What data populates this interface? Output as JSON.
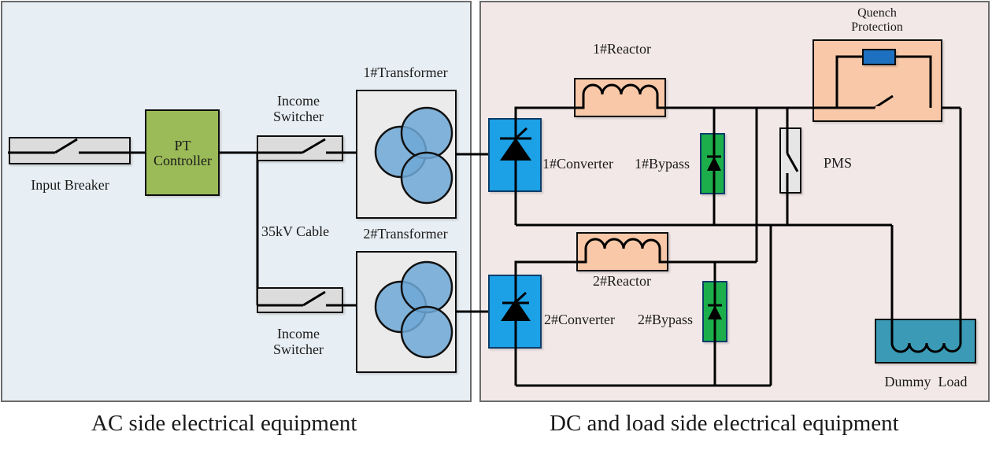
{
  "panels": {
    "ac": {
      "caption": "AC side electrical equipment",
      "bg": "#e8eff4"
    },
    "dc": {
      "caption": "DC and load side electrical equipment",
      "bg": "#f3e8e8"
    }
  },
  "components": {
    "input_breaker": {
      "label": "Input Breaker"
    },
    "pt_controller": {
      "line1": "PT",
      "line2": "Controller",
      "color": "#9bbb59"
    },
    "income_switcher_1": {
      "line1": "Income",
      "line2": "Switcher"
    },
    "income_switcher_2": {
      "line1": "Income",
      "line2": "Switcher"
    },
    "cable": {
      "label": "35kV Cable"
    },
    "transformer_1": {
      "label": "1#Transformer"
    },
    "transformer_2": {
      "label": "2#Transformer"
    },
    "reactor_1": {
      "label": "1#Reactor"
    },
    "reactor_2": {
      "label": "2#Reactor"
    },
    "converter_1": {
      "label": "1#Converter"
    },
    "converter_2": {
      "label": "2#Converter"
    },
    "bypass_1": {
      "label": "1#Bypass"
    },
    "bypass_2": {
      "label": "2#Bypass"
    },
    "pms": {
      "label": "PMS"
    },
    "quench": {
      "line1": "Quench",
      "line2": "Protection"
    },
    "dummy_load": {
      "label": "Dummy  Load"
    }
  },
  "colors": {
    "switch_box": "#dcdcdc",
    "transformer_box": "#ebebeb",
    "transformer_coil": "#6fa8d6",
    "converter": "#1ea0e6",
    "bypass": "#1fae4b",
    "reactor": "#f8c8a8",
    "quench_resistor": "#1f6fbf",
    "dummy_load": "#3a9ab5"
  }
}
